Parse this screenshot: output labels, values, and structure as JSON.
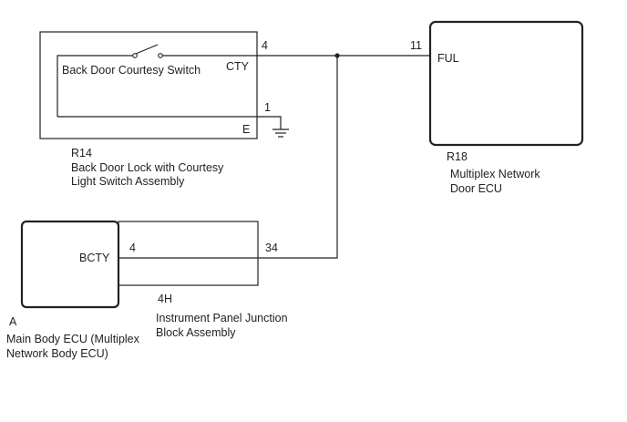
{
  "switch_component": {
    "code": "R14",
    "name_line1": "Back Door Lock with Courtesy",
    "name_line2": "Light Switch Assembly",
    "switch_label": "Back Door Courtesy Switch",
    "pin_cty_number": "4",
    "pin_cty_label": "CTY",
    "pin_e_number": "1",
    "pin_e_label": "E"
  },
  "door_ecu": {
    "code": "R18",
    "name_line1": "Multiplex Network",
    "name_line2": "Door ECU",
    "pin_number": "11",
    "pin_label": "FUL"
  },
  "body_ecu": {
    "code": "A",
    "name_line1": "Main Body ECU (Multiplex",
    "name_line2": "Network Body ECU)",
    "pin_label": "BCTY"
  },
  "junction_block": {
    "code": "4H",
    "name_line1": "Instrument Panel Junction",
    "name_line2": "Block Assembly",
    "pin_left_number": "4",
    "pin_right_number": "34"
  },
  "colors": {
    "line": "#222222",
    "background": "#ffffff"
  }
}
